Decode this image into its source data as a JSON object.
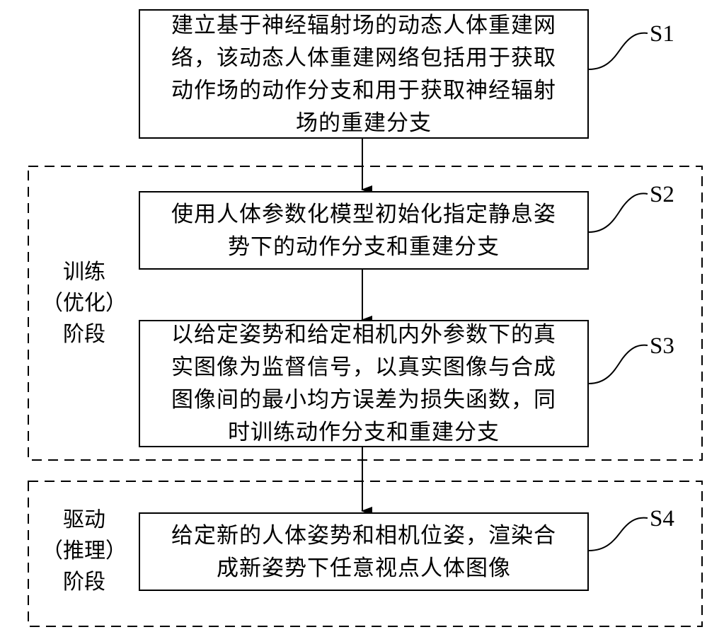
{
  "steps": [
    {
      "id": "S1",
      "label": "S1",
      "lines": [
        "建立基于神经辐射场的动态人体重建网",
        "络，该动态人体重建网络包括用于获取",
        "动作场的动作分支和用于获取神经辐射",
        "场的重建分支"
      ]
    },
    {
      "id": "S2",
      "label": "S2",
      "lines": [
        "使用人体参数化模型初始化指定静息姿",
        "势下的动作分支和重建分支"
      ]
    },
    {
      "id": "S3",
      "label": "S3",
      "lines": [
        "以给定姿势和给定相机内外参数下的真",
        "实图像为监督信号，以真实图像与合成",
        "图像间的最小均方误差为损失函数，同",
        "时训练动作分支和重建分支"
      ]
    },
    {
      "id": "S4",
      "label": "S4",
      "lines": [
        "给定新的人体姿势和相机位姿，渲染合",
        "成新姿势下任意视点人体图像"
      ]
    }
  ],
  "phases": [
    {
      "id": "training",
      "lines": [
        "训练",
        "（优化）",
        "阶段"
      ]
    },
    {
      "id": "driving",
      "lines": [
        "驱动",
        "（推理）",
        "阶段"
      ]
    }
  ],
  "colors": {
    "line": "#000000",
    "background": "#ffffff"
  }
}
